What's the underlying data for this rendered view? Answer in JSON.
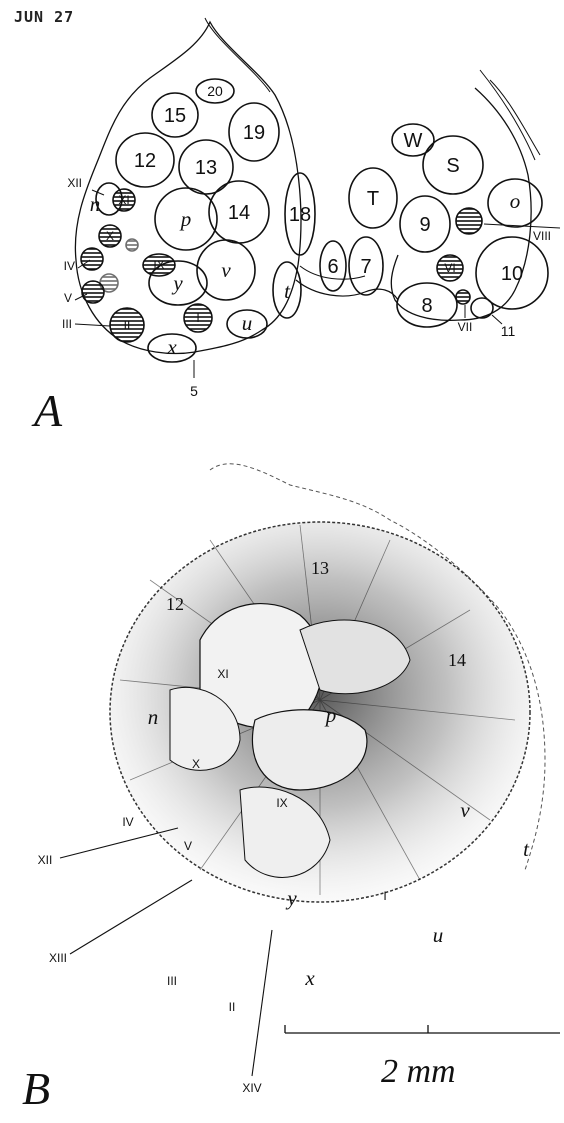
{
  "stamp": "JUN 27",
  "panels": {
    "a_label": "A",
    "b_label": "B"
  },
  "figure_a": {
    "numbered": [
      "20",
      "15",
      "19",
      "12",
      "13",
      "14",
      "18",
      "6",
      "7",
      "9",
      "10",
      "8",
      "11",
      "5"
    ],
    "lettered": [
      "W",
      "S",
      "T",
      "o",
      "p",
      "v",
      "y",
      "u",
      "x",
      "t",
      "n"
    ],
    "roman": [
      "XII",
      "XI",
      "IX",
      "X",
      "IV",
      "V",
      "III",
      "II",
      "I",
      "IX",
      "VI",
      "VIII",
      "VII"
    ]
  },
  "figure_b": {
    "labels_inside": [
      "12",
      "13",
      "14",
      "XI",
      "p",
      "n",
      "X",
      "IX",
      "v",
      "y",
      "I",
      "V",
      "IV",
      "t",
      "u",
      "x",
      "III",
      "II"
    ],
    "callouts": [
      "XII",
      "XIII",
      "XIV"
    ]
  },
  "scale": {
    "text": "2 mm"
  }
}
